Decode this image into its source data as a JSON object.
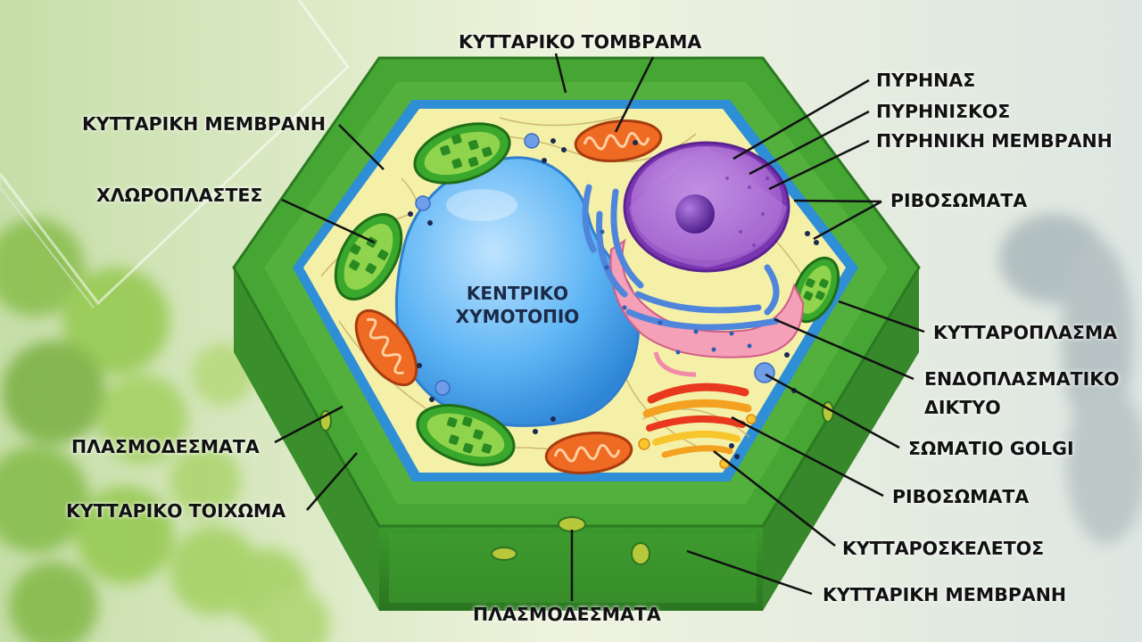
{
  "colors": {
    "wall": "#3f9a2e",
    "wall_dark": "#2c7a21",
    "membrane": "#2f8fd8",
    "cytoplasm": "#f4f0a8",
    "vacuole": "#4aa7f0",
    "nucleus": "#9b55c8",
    "nucleolus": "#6a2ea8",
    "er_rough": "#5a8fe0",
    "er_smooth": "#f08aa8",
    "golgi": "#f4a020",
    "mitochondria": "#ef6a22",
    "chloroplast": "#3caa2c"
  },
  "labels": {
    "tonoplast": "ΚΥΤΤΑΡΙΚΟ ΤΟΜΒΡΑΜΑ",
    "cell_membrane_top": "ΚΥΤΤΑΡΙΚΗ ΜΕΜΒΡΑΝΗ",
    "chloroplasts": "ΧΛΩΡΟΠΛΑΣΤΕΣ",
    "plasmodesmata_left": "ΠΛΑΣΜΟΔΕΣΜΑΤΑ",
    "cell_wall": "ΚΥΤΤΑΡΙΚΟ ΤΟΙΧΩΜΑ",
    "plasmodesmata_bottom": "ΠΛΑΣΜΟΔΕΣΜΑΤΑ",
    "nucleus": "ΠΥΡΗΝΑΣ",
    "nucleolus": "ΠΥΡΗΝΙΣΚΟΣ",
    "nuclear_membrane": "ΠΥΡΗΝΙΚΗ ΜΕΜΒΡΑΝΗ",
    "ribosomes_top": "ΡΙΒΟΣΩΜΑΤΑ",
    "cytoplasm": "ΚΥΤΤΑΡΟΠΛΑΣΜΑ",
    "er_line1": "ΕΝΔΟΠΛΑΣΜΑΤΙΚΟ",
    "er_line2": "ΔΙΚΤΥΟ",
    "golgi": "ΣΩΜΑΤΙΟ GOLGI",
    "ribosomes_bottom": "ΡΙΒΟΣΩΜΑΤΑ",
    "cytoskeleton": "ΚΥΤΤΑΡΟΣΚΕΛΕΤΟΣ",
    "cell_membrane_bottom": "ΚΥΤΤΑΡΙΚΗ ΜΕΜΒΡΑΝΗ",
    "vacuole_line1": "ΚΕΝΤΡΙΚΟ",
    "vacuole_line2": "ΧΥΜΟΤΟΠΙΟ"
  }
}
